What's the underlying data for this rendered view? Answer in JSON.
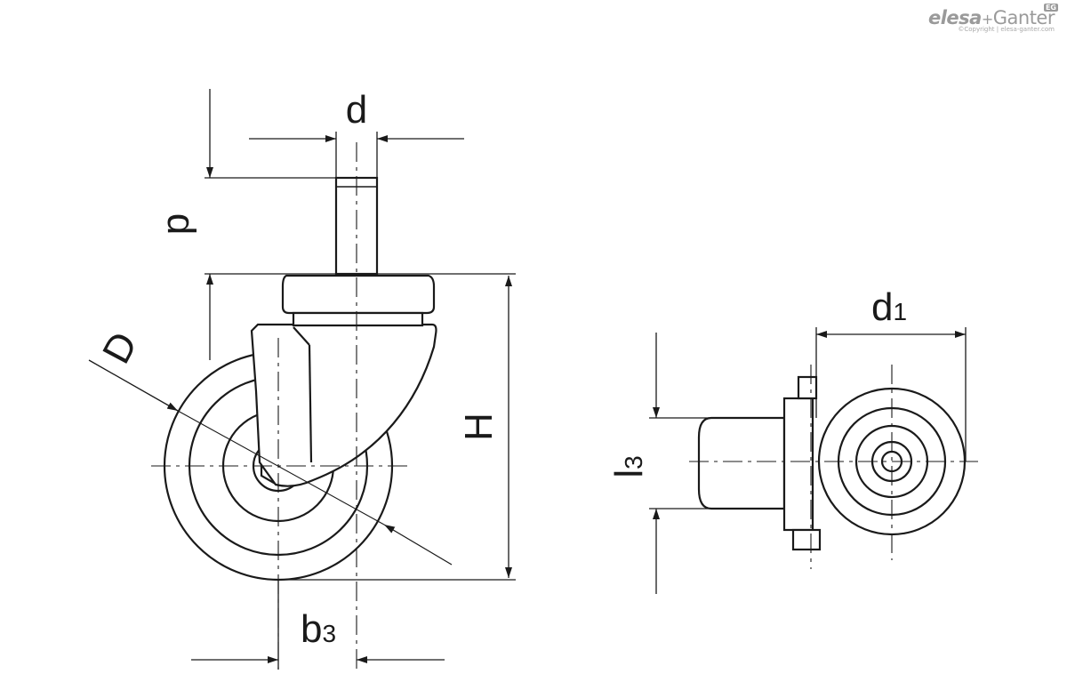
{
  "logo": {
    "brand_left": "elesa",
    "plus": "+",
    "brand_right": "Ganter",
    "badge": "EG",
    "copyright": "©Copyright | elesa-ganter.com"
  },
  "dimensions": {
    "d": "d",
    "p": "p",
    "D": "D",
    "H": "H",
    "b3_base": "b",
    "b3_sub": "3",
    "d1_base": "d",
    "d1_sub": "1",
    "l3_base": "l",
    "l3_sub": "3"
  },
  "colors": {
    "line": "#1a1a1a",
    "logo": "#9a9a9a"
  }
}
